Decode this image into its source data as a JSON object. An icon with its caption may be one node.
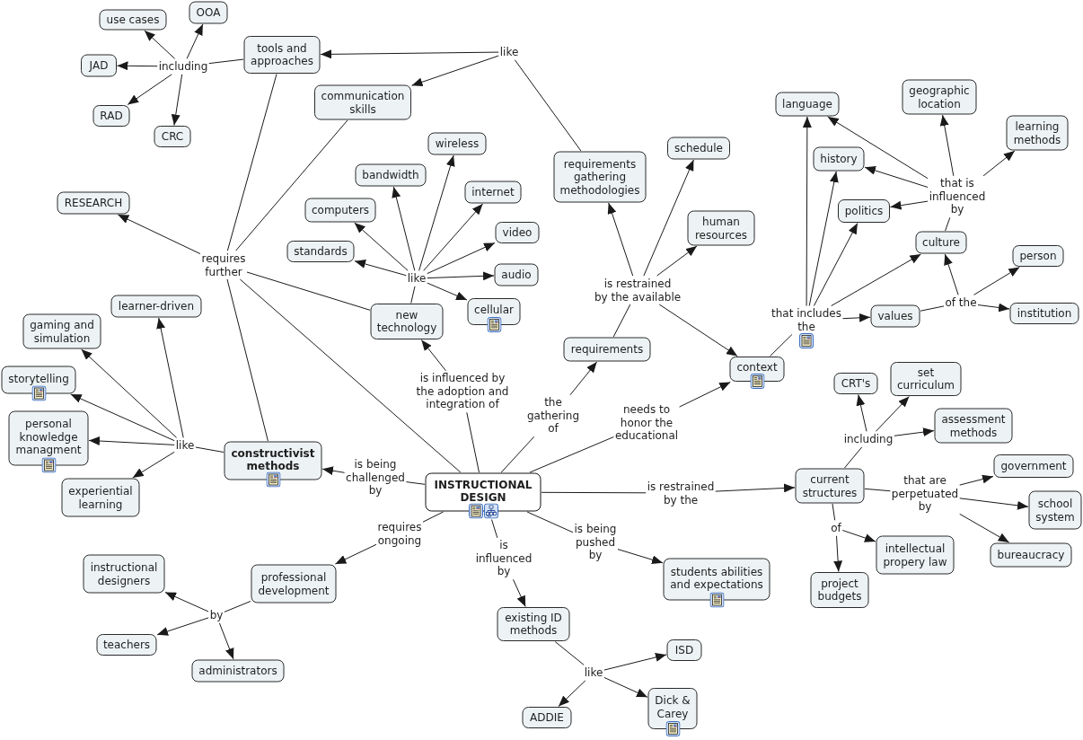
{
  "diagram": {
    "nodes": [
      {
        "text": [
          "OOA"
        ]
      },
      {
        "text": [
          "use cases"
        ]
      },
      {
        "text": [
          "like"
        ]
      },
      {
        "text": [
          "tools and approaches"
        ]
      },
      {
        "text": [
          "including"
        ]
      },
      {
        "text": [
          "JAD"
        ]
      },
      {
        "text": [
          "language"
        ]
      },
      {
        "text": [
          "geographic location"
        ]
      },
      {
        "text": [
          "communication skills"
        ]
      },
      {
        "text": [
          "RAD"
        ]
      },
      {
        "text": [
          "learning methods"
        ]
      },
      {
        "text": [
          "CRC"
        ]
      },
      {
        "text": [
          "wireless"
        ]
      },
      {
        "text": [
          "schedule"
        ]
      },
      {
        "text": [
          "history"
        ]
      },
      {
        "text": [
          "requirements gathering methodologies"
        ]
      },
      {
        "text": [
          "bandwidth"
        ]
      },
      {
        "text": [
          "internet"
        ]
      },
      {
        "text": [
          "that is influenced by"
        ]
      },
      {
        "text": [
          "RESEARCH"
        ]
      },
      {
        "text": [
          "computers"
        ]
      },
      {
        "text": [
          "politics"
        ]
      },
      {
        "text": [
          "human resources"
        ]
      },
      {
        "text": [
          "video"
        ]
      },
      {
        "text": [
          "culture"
        ]
      },
      {
        "text": [
          "standards"
        ]
      },
      {
        "text": [
          "person"
        ]
      },
      {
        "text": [
          "requires further"
        ]
      },
      {
        "text": [
          "audio"
        ]
      },
      {
        "text": [
          "like"
        ]
      },
      {
        "text": [
          "is restrained by the available"
        ]
      },
      {
        "text": [
          "of the"
        ]
      },
      {
        "text": [
          "learner-driven"
        ]
      },
      {
        "text": [
          "cellular"
        ]
      },
      {
        "text": [
          "that includes the"
        ]
      },
      {
        "text": [
          "values"
        ]
      },
      {
        "text": [
          "institution"
        ]
      },
      {
        "text": [
          "new technology"
        ]
      },
      {
        "text": [
          "gaming and simulation"
        ]
      },
      {
        "text": [
          "requirements"
        ]
      },
      {
        "text": [
          "context"
        ]
      },
      {
        "text": [
          "storytelling"
        ]
      },
      {
        "text": [
          "set curriculum"
        ]
      },
      {
        "text": [
          "CRT's"
        ]
      },
      {
        "text": [
          "is influenced by the adoption and integration of"
        ]
      },
      {
        "text": [
          "the gathering of"
        ]
      },
      {
        "text": [
          "needs to honor the educational"
        ]
      },
      {
        "text": [
          "assessment methods"
        ]
      },
      {
        "text": [
          "personal knowledge managment"
        ]
      },
      {
        "text": [
          "including"
        ]
      },
      {
        "text": [
          "like"
        ]
      },
      {
        "text": [
          "constructivist methods"
        ]
      },
      {
        "text": [
          "government"
        ]
      },
      {
        "text": [
          "is being challenged by"
        ]
      },
      {
        "text": [
          "current structures"
        ]
      },
      {
        "text": [
          "INSTRUCTIONAL DESIGN"
        ]
      },
      {
        "text": [
          "is restrained by the"
        ]
      },
      {
        "text": [
          "that are perpetuated by"
        ]
      },
      {
        "text": [
          "experiential learning"
        ]
      },
      {
        "text": [
          "school system"
        ]
      },
      {
        "text": [
          "of"
        ]
      },
      {
        "text": [
          "requires ongoing"
        ]
      },
      {
        "text": [
          "is being pushed by"
        ]
      },
      {
        "text": [
          "intellectual propery law"
        ]
      },
      {
        "text": [
          "bureaucracy"
        ]
      },
      {
        "text": [
          "is influenced by"
        ]
      },
      {
        "text": [
          "instructional designers"
        ]
      },
      {
        "text": [
          "students abilities and expectations"
        ]
      },
      {
        "text": [
          "professional development"
        ]
      },
      {
        "text": [
          "project budgets"
        ]
      },
      {
        "text": [
          "by"
        ]
      },
      {
        "text": [
          "existing ID methods"
        ]
      },
      {
        "text": [
          "teachers"
        ]
      },
      {
        "text": [
          "ISD"
        ]
      },
      {
        "text": [
          "administrators"
        ]
      },
      {
        "text": [
          "like"
        ]
      },
      {
        "text": [
          "Dick & Carey"
        ]
      },
      {
        "text": [
          "ADDIE"
        ]
      }
    ],
    "edges": [
      {
        "from": 3,
        "to": 4,
        "arrow": "none"
      },
      {
        "from": 4,
        "to": 1,
        "arrow": "to"
      },
      {
        "from": 4,
        "to": 0,
        "arrow": "to"
      },
      {
        "from": 4,
        "to": 5,
        "arrow": "to"
      },
      {
        "from": 4,
        "to": 9,
        "arrow": "to"
      },
      {
        "from": 4,
        "to": 11,
        "arrow": "to"
      },
      {
        "from": 15,
        "to": 2,
        "arrow": "none"
      },
      {
        "from": 2,
        "to": 3,
        "arrow": "to"
      },
      {
        "from": 2,
        "to": 8,
        "arrow": "to"
      },
      {
        "from": 3,
        "to": 27,
        "arrow": "none"
      },
      {
        "from": 8,
        "to": 27,
        "arrow": "none"
      },
      {
        "from": 37,
        "to": 27,
        "arrow": "none"
      },
      {
        "from": 55,
        "to": 27,
        "arrow": "none"
      },
      {
        "from": 51,
        "to": 27,
        "arrow": "none"
      },
      {
        "from": 27,
        "to": 19,
        "arrow": "to"
      },
      {
        "from": 37,
        "to": 29,
        "arrow": "none"
      },
      {
        "from": 29,
        "to": 20,
        "arrow": "to"
      },
      {
        "from": 29,
        "to": 16,
        "arrow": "to"
      },
      {
        "from": 29,
        "to": 12,
        "arrow": "to"
      },
      {
        "from": 29,
        "to": 17,
        "arrow": "to"
      },
      {
        "from": 29,
        "to": 23,
        "arrow": "to"
      },
      {
        "from": 29,
        "to": 28,
        "arrow": "to"
      },
      {
        "from": 29,
        "to": 33,
        "arrow": "to"
      },
      {
        "from": 29,
        "to": 25,
        "arrow": "to"
      },
      {
        "from": 39,
        "to": 30,
        "arrow": "none"
      },
      {
        "from": 30,
        "to": 15,
        "arrow": "to"
      },
      {
        "from": 30,
        "to": 13,
        "arrow": "to"
      },
      {
        "from": 30,
        "to": 22,
        "arrow": "to"
      },
      {
        "from": 30,
        "to": 40,
        "arrow": "to"
      },
      {
        "from": 40,
        "to": 34,
        "arrow": "none"
      },
      {
        "from": 34,
        "to": 6,
        "arrow": "to"
      },
      {
        "from": 34,
        "to": 14,
        "arrow": "to"
      },
      {
        "from": 34,
        "to": 21,
        "arrow": "to"
      },
      {
        "from": 34,
        "to": 24,
        "arrow": "to"
      },
      {
        "from": 34,
        "to": 35,
        "arrow": "to"
      },
      {
        "from": 24,
        "to": 18,
        "arrow": "none"
      },
      {
        "from": 18,
        "to": 6,
        "arrow": "to"
      },
      {
        "from": 18,
        "to": 14,
        "arrow": "to"
      },
      {
        "from": 18,
        "to": 21,
        "arrow": "to"
      },
      {
        "from": 18,
        "to": 7,
        "arrow": "to"
      },
      {
        "from": 18,
        "to": 10,
        "arrow": "to"
      },
      {
        "from": 35,
        "to": 31,
        "arrow": "none"
      },
      {
        "from": 31,
        "to": 24,
        "arrow": "to"
      },
      {
        "from": 31,
        "to": 26,
        "arrow": "to"
      },
      {
        "from": 31,
        "to": 36,
        "arrow": "to"
      },
      {
        "from": 51,
        "to": 50,
        "arrow": "none"
      },
      {
        "from": 50,
        "to": 32,
        "arrow": "to"
      },
      {
        "from": 50,
        "to": 38,
        "arrow": "to"
      },
      {
        "from": 50,
        "to": 41,
        "arrow": "to"
      },
      {
        "from": 50,
        "to": 48,
        "arrow": "to"
      },
      {
        "from": 50,
        "to": 58,
        "arrow": "to"
      },
      {
        "from": 55,
        "to": 53,
        "arrow": "none"
      },
      {
        "from": 53,
        "to": 51,
        "arrow": "to"
      },
      {
        "from": 55,
        "to": 44,
        "arrow": "none"
      },
      {
        "from": 44,
        "to": 37,
        "arrow": "to"
      },
      {
        "from": 55,
        "to": 45,
        "arrow": "none"
      },
      {
        "from": 45,
        "to": 39,
        "arrow": "to"
      },
      {
        "from": 55,
        "to": 46,
        "arrow": "none"
      },
      {
        "from": 46,
        "to": 40,
        "arrow": "to"
      },
      {
        "from": 55,
        "to": 56,
        "arrow": "none"
      },
      {
        "from": 56,
        "to": 54,
        "arrow": "to"
      },
      {
        "from": 55,
        "to": 61,
        "arrow": "none"
      },
      {
        "from": 61,
        "to": 68,
        "arrow": "to"
      },
      {
        "from": 55,
        "to": 65,
        "arrow": "none"
      },
      {
        "from": 65,
        "to": 71,
        "arrow": "to"
      },
      {
        "from": 55,
        "to": 62,
        "arrow": "none"
      },
      {
        "from": 62,
        "to": 67,
        "arrow": "to"
      },
      {
        "from": 54,
        "to": 49,
        "arrow": "none"
      },
      {
        "from": 49,
        "to": 43,
        "arrow": "to"
      },
      {
        "from": 49,
        "to": 42,
        "arrow": "to"
      },
      {
        "from": 49,
        "to": 47,
        "arrow": "to"
      },
      {
        "from": 54,
        "to": 57,
        "arrow": "none"
      },
      {
        "from": 57,
        "to": 52,
        "arrow": "to"
      },
      {
        "from": 57,
        "to": 59,
        "arrow": "to"
      },
      {
        "from": 57,
        "to": 64,
        "arrow": "to"
      },
      {
        "from": 54,
        "to": 60,
        "arrow": "none"
      },
      {
        "from": 60,
        "to": 63,
        "arrow": "to"
      },
      {
        "from": 60,
        "to": 69,
        "arrow": "to"
      },
      {
        "from": 71,
        "to": 75,
        "arrow": "none"
      },
      {
        "from": 75,
        "to": 73,
        "arrow": "to"
      },
      {
        "from": 75,
        "to": 77,
        "arrow": "to"
      },
      {
        "from": 75,
        "to": 76,
        "arrow": "to"
      },
      {
        "from": 68,
        "to": 70,
        "arrow": "none"
      },
      {
        "from": 70,
        "to": 66,
        "arrow": "to"
      },
      {
        "from": 70,
        "to": 72,
        "arrow": "to"
      },
      {
        "from": 70,
        "to": 74,
        "arrow": "to"
      }
    ]
  }
}
